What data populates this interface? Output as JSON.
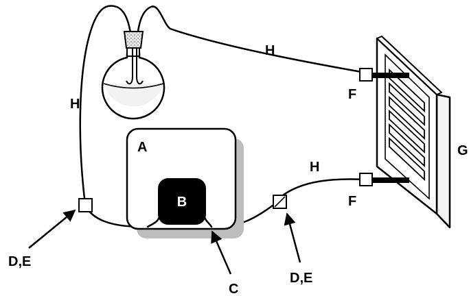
{
  "labels": {
    "A": "A",
    "B": "B",
    "C": "C",
    "DE_left": "D,E",
    "DE_right": "D,E",
    "F_top": "F",
    "F_bottom": "F",
    "G": "G",
    "H_left": "H",
    "H_top": "H",
    "H_right": "H"
  },
  "colors": {
    "line": "#000000",
    "shadow": "#bdbdbd",
    "pump_head": "#000000",
    "liquid": "#f2f2f2",
    "stopper": "#e6e6e6"
  }
}
